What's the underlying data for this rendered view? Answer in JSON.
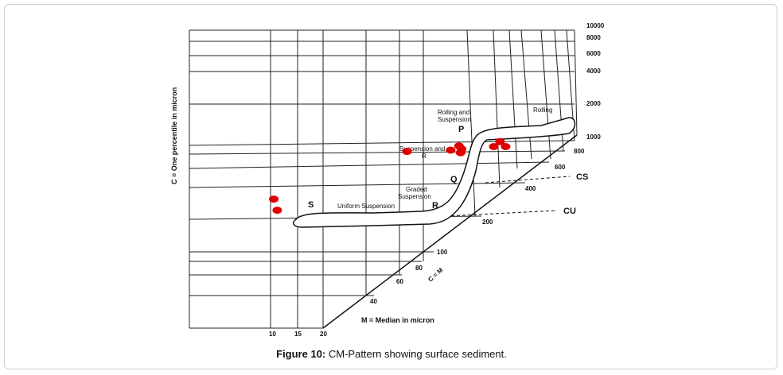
{
  "caption": {
    "label": "Figure 10:",
    "text": "CM-Pattern showing surface sediment."
  },
  "chart_data": {
    "type": "scatter",
    "title": "",
    "xlabel": "M = Median in micron",
    "ylabel": "C = One percentile in micron",
    "diagonal_label": "C = M",
    "x_ticks": [
      "10",
      "15",
      "20"
    ],
    "y_ticks": [
      "10000",
      "8000",
      "6000",
      "4000",
      "2000",
      "1000",
      "800",
      "600",
      "400",
      "200"
    ],
    "diagonal_ticks": [
      "40",
      "60",
      "80",
      "100"
    ],
    "reference_lines": [
      "CS",
      "CU"
    ],
    "segments": [
      "P",
      "Q",
      "R",
      "S"
    ],
    "zones": [
      [
        "Rolling and",
        "Suspension"
      ],
      [
        "Rolling"
      ],
      [
        "Suspension and",
        "R"
      ],
      [
        "Graded",
        "Suspension"
      ],
      [
        "Uniform Suspension"
      ]
    ],
    "points_color": "#e00000",
    "points": [
      {
        "x": 10,
        "y": 300
      },
      {
        "x": 10.5,
        "y": 240
      },
      {
        "x": 65,
        "y": 780
      },
      {
        "x": 120,
        "y": 800
      },
      {
        "x": 135,
        "y": 870
      },
      {
        "x": 140,
        "y": 820
      },
      {
        "x": 138,
        "y": 760
      },
      {
        "x": 220,
        "y": 860
      },
      {
        "x": 240,
        "y": 950
      },
      {
        "x": 260,
        "y": 860
      }
    ],
    "x_scale": "log",
    "y_scale": "log",
    "grid": true
  }
}
